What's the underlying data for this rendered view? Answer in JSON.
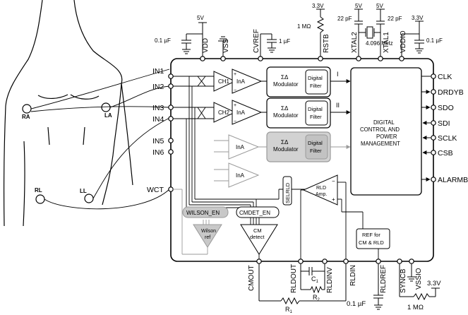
{
  "top_pins": {
    "v5_left": "5V",
    "cap_vdd": "0.1 µF",
    "vdd": "VDD",
    "vss": "VSS",
    "cvref": "CVREF",
    "cap_cvref": "1 µF",
    "v33_rstb": "3.3V",
    "res_rstb": "1 MΩ",
    "rstb": "RSTB",
    "v5_xtal2": "5V",
    "cap_xtal2": "22 pF",
    "xtal2": "XTAL2",
    "crystal": "4.096 MHz",
    "v5_xtal1": "5V",
    "cap_xtal1": "22 pF",
    "xtal1": "XTAL1",
    "vddio": "VDDIO",
    "v33_vddio": "3.3V",
    "cap_vddio": "0.1 µF"
  },
  "left_pins": [
    "IN1",
    "IN2",
    "IN3",
    "IN4",
    "IN5",
    "IN6",
    "WCT"
  ],
  "right_pins": [
    "CLK",
    "DRDYB",
    "SDO",
    "SDI",
    "SCLK",
    "CSB",
    "ALARMB"
  ],
  "electrodes": [
    "RA",
    "LA",
    "RL",
    "LL"
  ],
  "blocks": {
    "ch1": "CH1",
    "ch2": "CH2",
    "ina": "InA",
    "sd_mod_1": "ΣΔ",
    "sd_mod_2": "Modulator",
    "digital_1": "Digital",
    "digital_2": "Filter",
    "lead_i": "I",
    "lead_ii": "II",
    "control_1": "DIGITAL",
    "control_2": "CONTROL AND",
    "control_3": "POWER",
    "control_4": "MANAGEMENT",
    "rld_amp_1": "RLD",
    "rld_amp_2": "Amp.",
    "sel_rld": "SELRLD",
    "wilson_en": "WILSON_EN",
    "wilson_ref_1": "Wilson",
    "wilson_ref_2": "ref",
    "cmdet_en": "CMDET_EN",
    "cm_detect_1": "CM",
    "cm_detect_2": "detect",
    "ref_1": "REF for",
    "ref_2": "CM & RLD"
  },
  "bottom_pins": {
    "cmout": "CMOUT",
    "rldout": "RLDOUT",
    "rldinv": "RLDINV",
    "rldin": "RLDIN",
    "rldref": "RLDREF",
    "syncb": "SYNCB",
    "vssio": "VSSIO",
    "c1": "C",
    "c1_sub": "1",
    "r2": "R",
    "r2_sub": "2",
    "r1": "R",
    "r1_sub": "1",
    "cap_rldref": "0.1 µF",
    "res_syncb": "1 MΩ",
    "v33_syncb": "3.3V"
  },
  "colors": {
    "line": "#000000",
    "grey": "#9a9a9a",
    "grey_fill": "#c8c8c8"
  }
}
